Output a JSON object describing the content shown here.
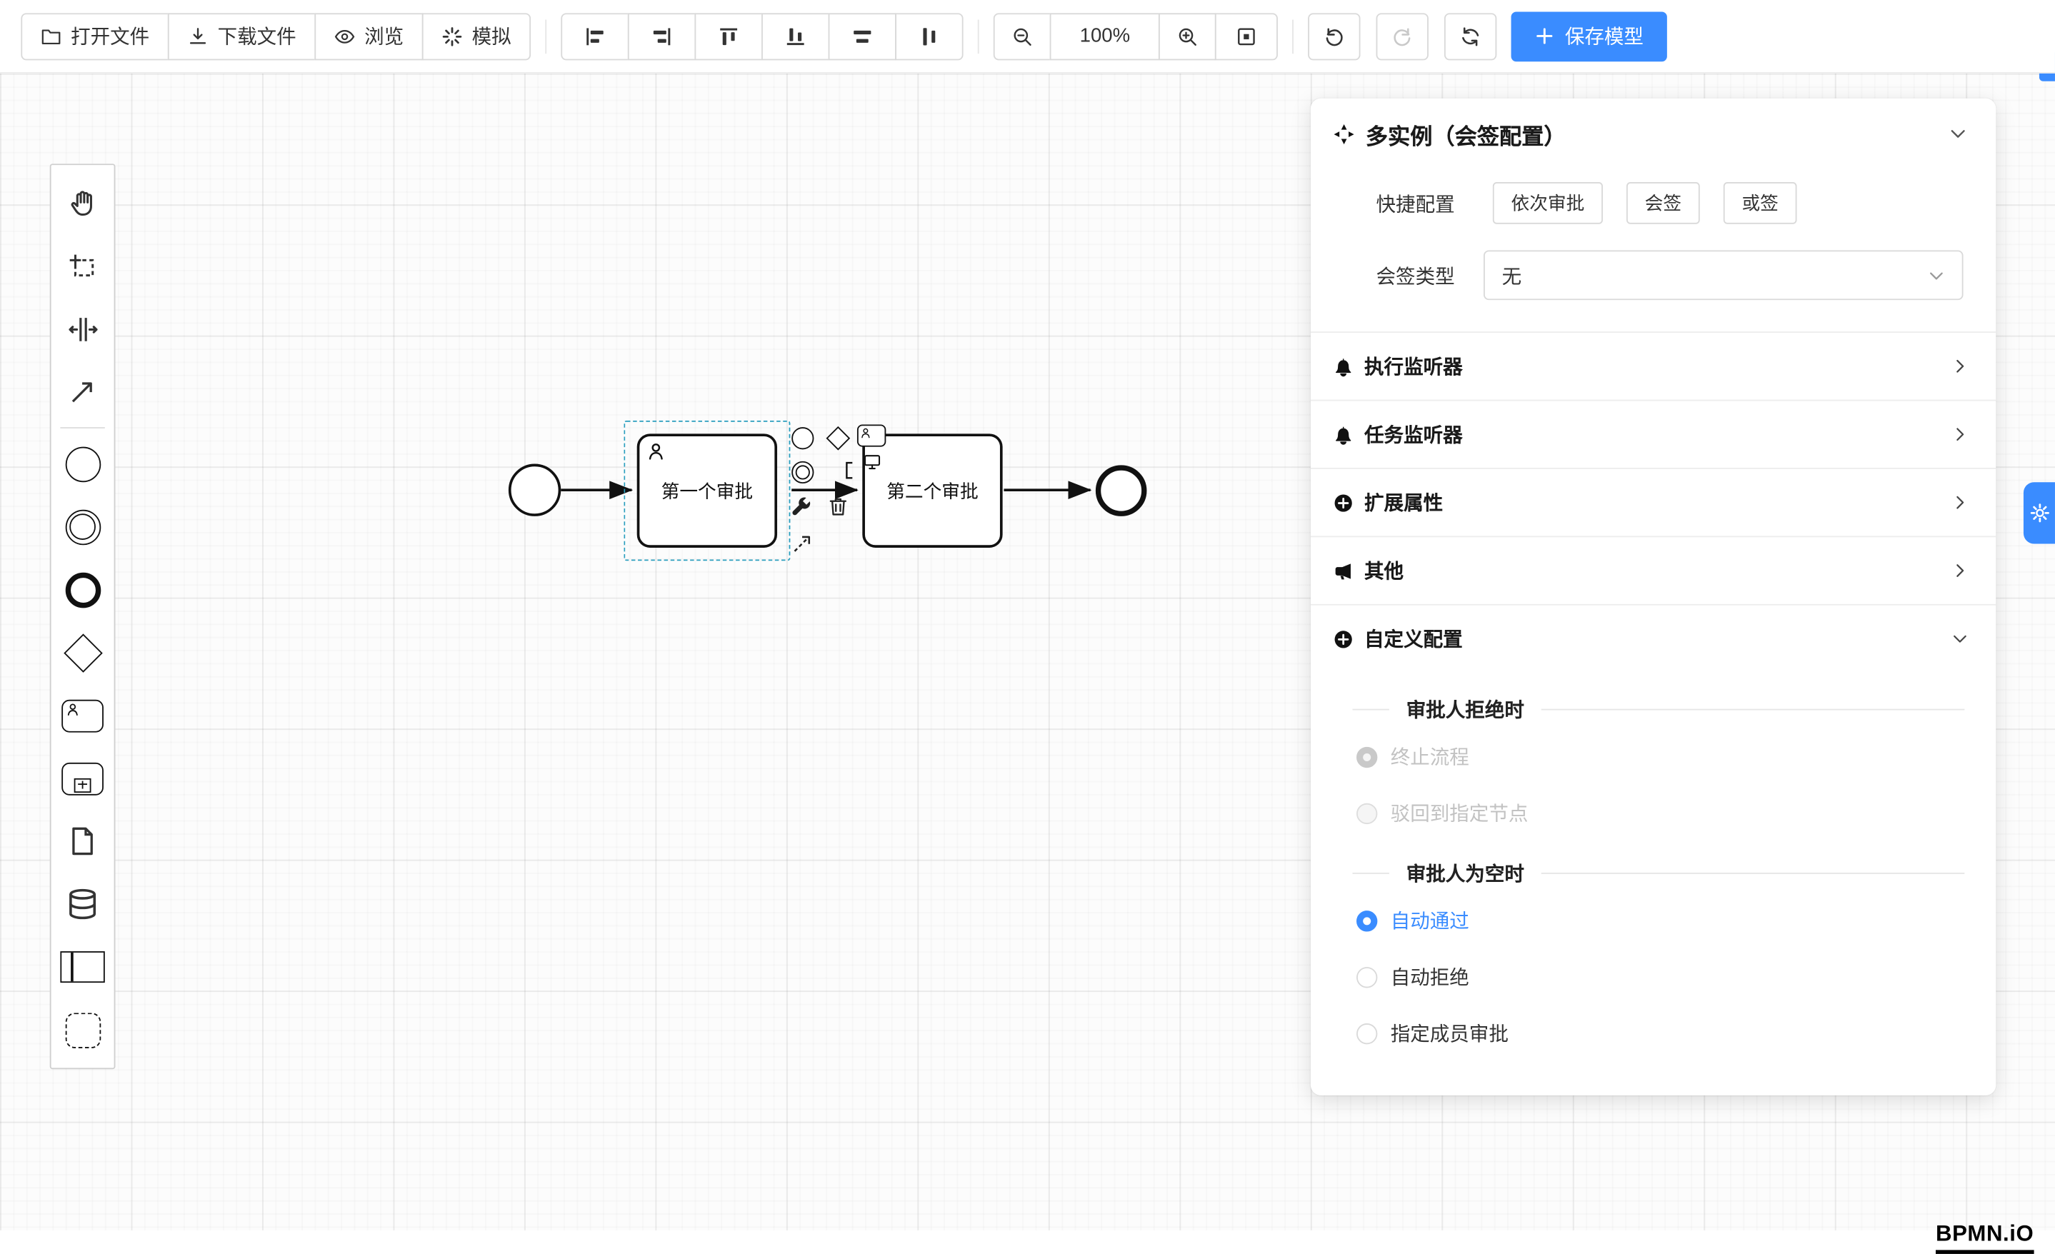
{
  "colors": {
    "accent": "#3a8cff",
    "selection_outline": "#2a9ebe",
    "shape_stroke": "#111111"
  },
  "toolbar": {
    "open": "打开文件",
    "download": "下载文件",
    "preview": "浏览",
    "simulate": "模拟",
    "zoom_value": "100%",
    "save": "保存模型"
  },
  "diagram": {
    "task1": "第一个审批",
    "task2": "第二个审批"
  },
  "panel": {
    "title": "多实例（会签配置）",
    "quick_label": "快捷配置",
    "quick_options": [
      "依次审批",
      "会签",
      "或签"
    ],
    "type_label": "会签类型",
    "type_value": "无",
    "sections": [
      "执行监听器",
      "任务监听器",
      "扩展属性",
      "其他",
      "自定义配置"
    ],
    "reject_group": {
      "title": "审批人拒绝时",
      "options": [
        {
          "label": "终止流程",
          "selected": true,
          "disabled": true
        },
        {
          "label": "驳回到指定节点",
          "selected": false,
          "disabled": true
        }
      ]
    },
    "empty_group": {
      "title": "审批人为空时",
      "options": [
        {
          "label": "自动通过",
          "selected": true,
          "disabled": false
        },
        {
          "label": "自动拒绝",
          "selected": false,
          "disabled": false
        },
        {
          "label": "指定成员审批",
          "selected": false,
          "disabled": false
        }
      ]
    }
  },
  "watermark": "BPMN.iO",
  "icons": {
    "folder-open-icon": "folder outline",
    "download-icon": "arrow into tray",
    "eye-icon": "eye outline",
    "simulate-icon": "spinner asterisk",
    "align-left-icon": "bars flush left",
    "align-right-icon": "bars flush right",
    "align-top-icon": "bars flush top",
    "align-bottom-icon": "bars flush bottom",
    "distribute-horizontal-icon": "centered h bars",
    "distribute-vertical-icon": "centered v bars",
    "zoom-out-icon": "magnifier minus",
    "zoom-in-icon": "magnifier plus",
    "fit-viewport-icon": "box with dot",
    "undo-icon": "ccw circular arrow",
    "redo-icon": "cw circular arrow (disabled)",
    "reset-zoom-icon": "sync arrows",
    "plus-icon": "+",
    "hand-tool-icon": "open hand",
    "lasso-tool-icon": "dashed box crosshair",
    "space-tool-icon": "vertical bars with arrows",
    "global-connect-icon": "diagonal arrow",
    "bell-icon": "filled bell",
    "plus-circle-icon": "filled circle plus",
    "megaphone-icon": "filled horn",
    "multi-instance-icon": "four triangles compass",
    "chevron-down-icon": "v",
    "chevron-right-icon": ">",
    "gear-icon": "gear",
    "wrench-icon": "wrench",
    "trash-icon": "trash can",
    "user-icon": "person"
  }
}
